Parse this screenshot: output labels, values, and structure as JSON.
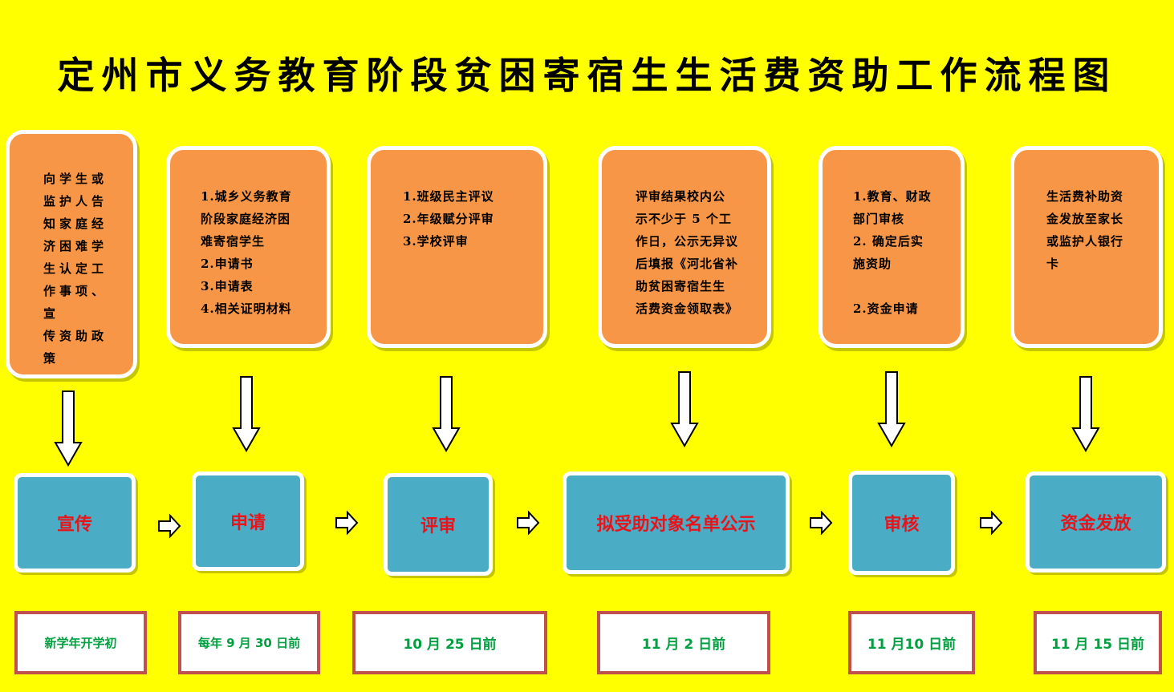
{
  "title": "定州市义务教育阶段贫困寄宿生生活费资助工作流程图",
  "descriptions": [
    "向学生或\n监护人告\n知家庭经\n济困难学\n生认定工\n作事项、宣\n传资助政\n策",
    "1.城乡义务教育\n阶段家庭经济困\n难寄宿学生\n2.申请书\n3.申请表\n4.相关证明材料",
    "1.班级民主评议\n2.年级赋分评审\n3.学校评审",
    "评审结果校内公\n示不少于 5 个工\n作日，公示无异议\n后填报《河北省补\n助贫困寄宿生生\n活费资金领取表》",
    "1.教育、财政\n部门审核\n2. 确定后实\n施资助\n\n2.资金申请",
    "生活费补助资\n金发放至家长\n或监护人银行\n卡"
  ],
  "stages": [
    "宣传",
    "申请",
    "评审",
    "拟受助对象名单公示",
    "审核",
    "资金发放"
  ],
  "dates": [
    "新学年开学初",
    "每年 9 月 30 日前",
    "10 月 25 日前",
    "11 月 2 日前",
    "11 月10 日前",
    "11 月 15 日前"
  ],
  "colors": {
    "background": "#ffff00",
    "description_box": "#f79646",
    "stage_box": "#4bacc6",
    "stage_text": "#e8141b",
    "date_border": "#c0504d",
    "date_text": "#00a040"
  }
}
